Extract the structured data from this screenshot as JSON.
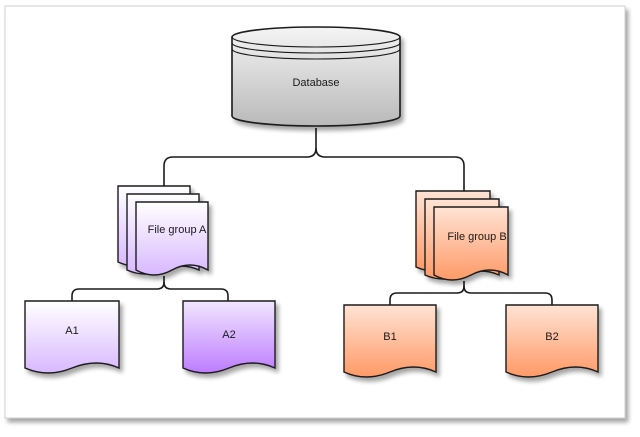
{
  "diagram": {
    "database": {
      "label": "Database"
    },
    "group_a": {
      "label": "File group A"
    },
    "group_b": {
      "label": "File group B"
    },
    "files": {
      "a1": {
        "label": "A1"
      },
      "a2": {
        "label": "A2"
      },
      "b1": {
        "label": "B1"
      },
      "b2": {
        "label": "B2"
      }
    }
  },
  "colors": {
    "stroke": "#1a1a1a",
    "database_light": "#f4f4f4",
    "database_dark": "#b9b9b9",
    "purple_light": "#f1e6ff",
    "purple_mid": "#d8b8ff",
    "purple_dark": "#bd7cff",
    "orange_light": "#ffe3d4",
    "orange_mid": "#ffb995",
    "orange_dark": "#ff9966"
  }
}
